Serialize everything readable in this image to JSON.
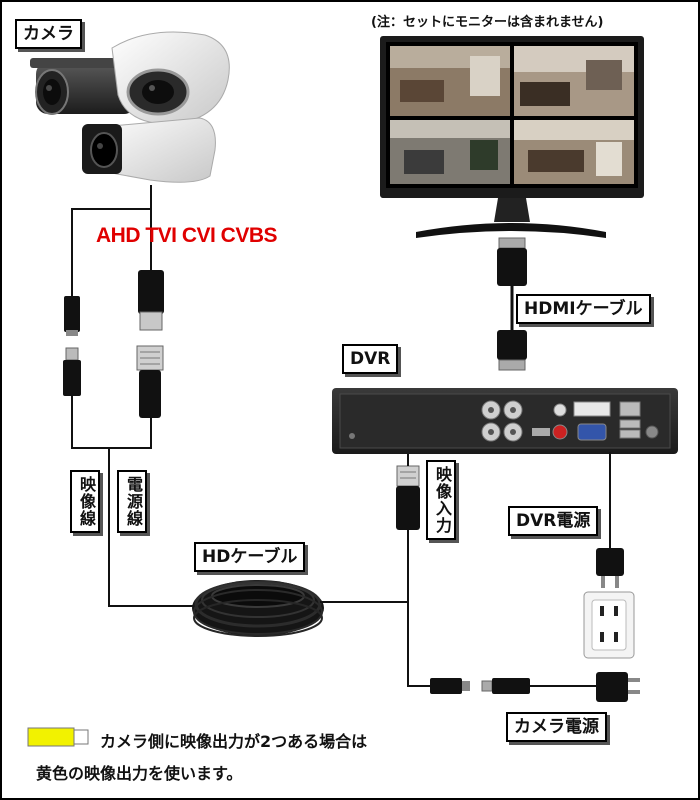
{
  "labels": {
    "camera": "カメラ",
    "signal_types": "AHD TVI CVI CVBS",
    "monitor_note": "(注：セットにモニターは含まれません)",
    "hdmi_cable": "HDMIケーブル",
    "dvr": "DVR",
    "video_line": "映像線",
    "power_line": "電源線",
    "video_input": "映像入力",
    "dvr_power": "DVR電源",
    "hd_cable": "HDケーブル",
    "camera_power": "カメラ電源"
  },
  "footnote": {
    "line1": "カメラ側に映像出力が2つある場合は",
    "line2": "黄色の映像出力を使います。"
  },
  "colors": {
    "signal_text": "#e00000",
    "yellow_connector": "#f2f200",
    "cable": "#111111"
  }
}
